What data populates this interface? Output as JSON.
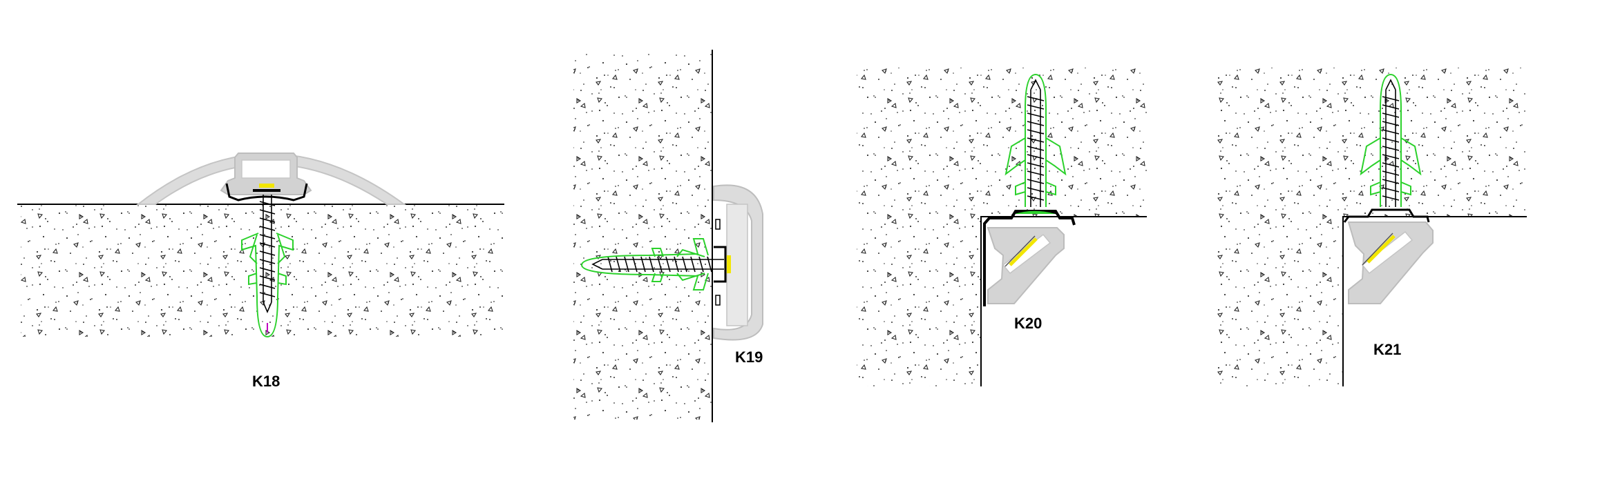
{
  "figures": [
    {
      "id": "k18",
      "label": "K18"
    },
    {
      "id": "k19",
      "label": "K19"
    },
    {
      "id": "k20",
      "label": "K20"
    },
    {
      "id": "k21",
      "label": "K21"
    }
  ],
  "colors": {
    "line": "#000000",
    "anchor_outline": "#2bd12b",
    "profile_fill": "#d4d4d4",
    "profile_stroke": "#b8b8b8",
    "led_accent": "#f2e600",
    "wall_speckle": "#333333"
  }
}
